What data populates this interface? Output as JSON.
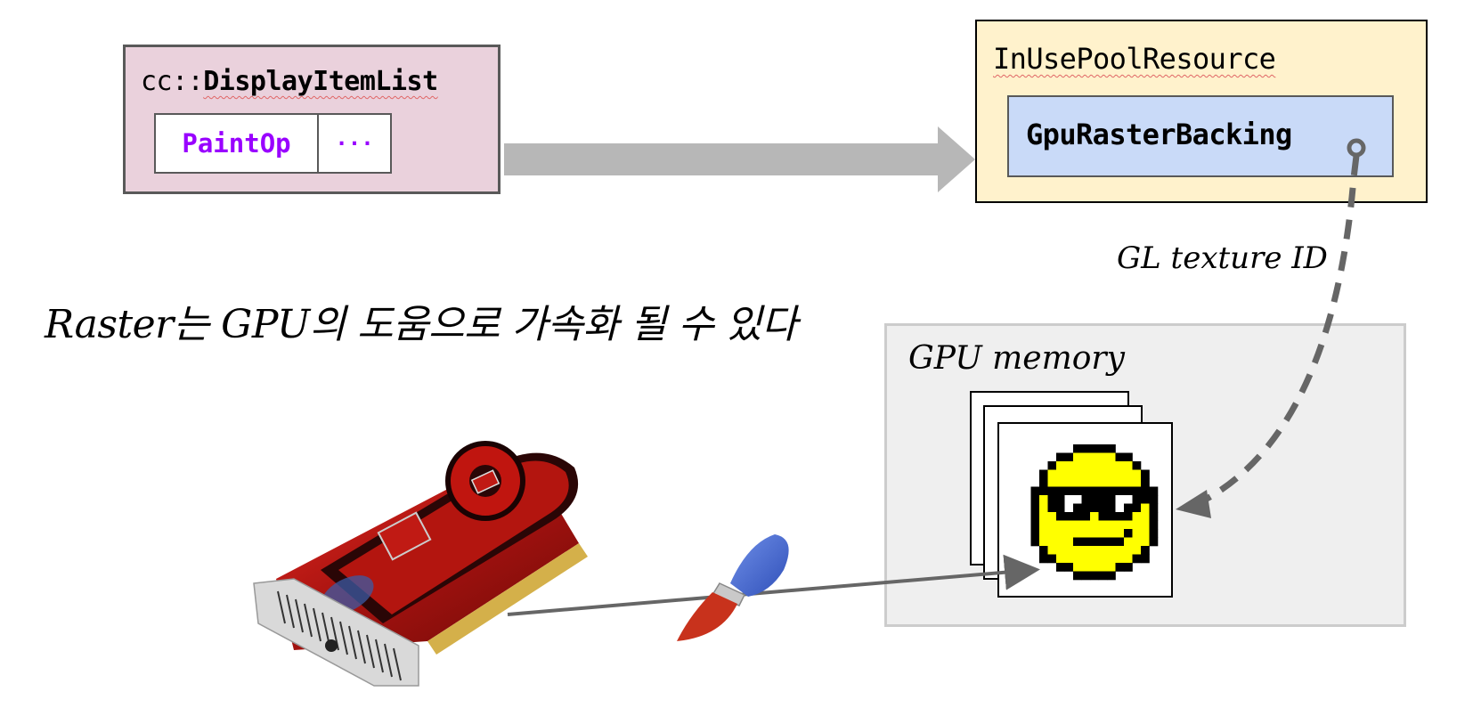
{
  "display_item_list": {
    "namespace": "cc::",
    "class_name": "DisplayItemList",
    "items": [
      {
        "label": "PaintOp"
      },
      {
        "label": "···"
      }
    ]
  },
  "in_use_pool_resource": {
    "title": "InUsePoolResource",
    "backing": {
      "title": "GpuRasterBacking"
    }
  },
  "gpu_memory": {
    "label": "GPU memory",
    "texture_count": 3,
    "texture_icon": "pixel-smiley-sunglasses-icon"
  },
  "edge_labels": {
    "texture_link": "GL texture ID"
  },
  "caption": "Raster는 GPU의 도움으로 가속화 될 수 있다",
  "images": {
    "gpu_card": "graphics-card-image",
    "brush": "paintbrush-icon"
  },
  "colors": {
    "display_item_list_bg": "#ead1dc",
    "paint_op_text": "#9900ff",
    "pool_resource_bg": "#fff2cc",
    "backing_bg": "#c9daf8",
    "gpu_memory_bg": "#efefef",
    "arrow_gray": "#b7b7b7",
    "connector_gray": "#666666",
    "smiley_yellow": "#ffff00"
  }
}
